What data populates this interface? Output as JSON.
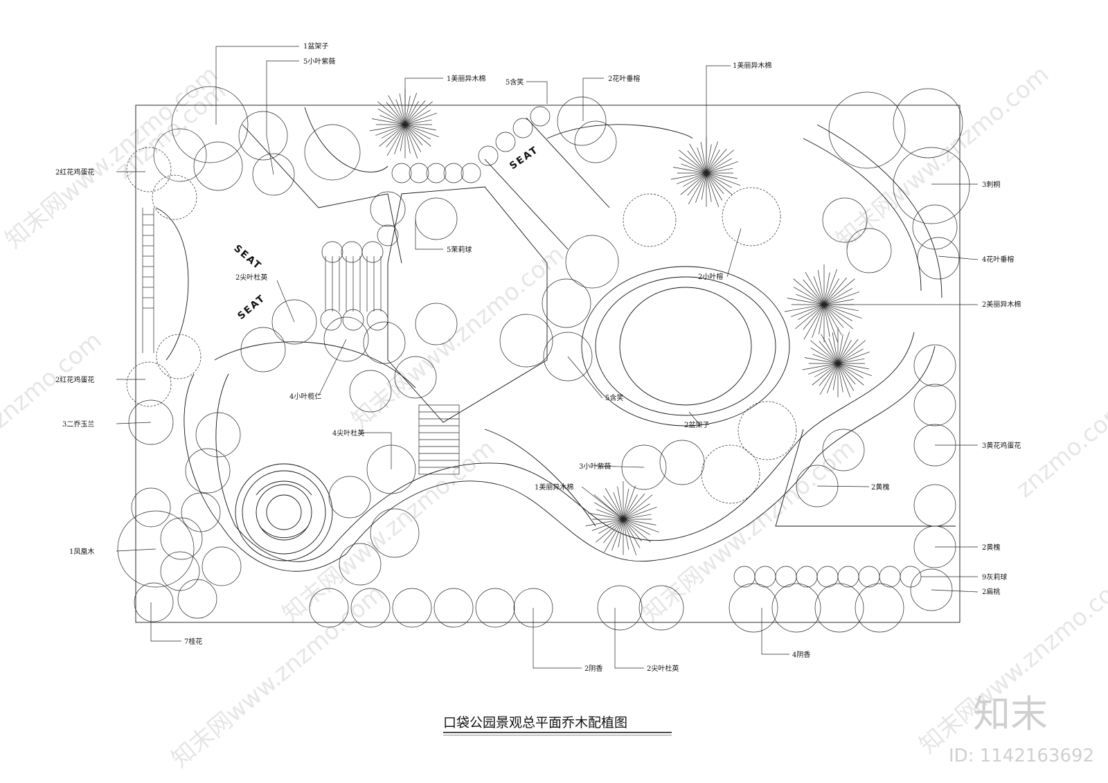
{
  "title": "口袋公园景观总平面乔木配植图",
  "seat_label": "SEAT",
  "watermark": {
    "site": "znzmo.com",
    "site_long": "知末网www.znzmo.com",
    "brand": "知末",
    "id": "ID: 1142163692"
  },
  "plant_labels": {
    "l01": "1盆架子",
    "l02": "5小叶紫薇",
    "l03": "1美丽异木棉",
    "l04": "5含笑",
    "l05": "2花叶垂榕",
    "l06": "1美丽异木棉",
    "l07": "2红花鸡蛋花",
    "l08": "3刺桐",
    "l09": "5茉莉球",
    "l10": "4花叶垂榕",
    "l11": "2尖叶杜英",
    "l12": "2小叶榕",
    "l13": "2美丽异木棉",
    "l14": "2红花鸡蛋花",
    "l15": "4小叶榄仁",
    "l16": "5含笑",
    "l17": "3二乔玉兰",
    "l18": "2盆架子",
    "l19": "4尖叶杜英",
    "l20": "3黄花鸡蛋花",
    "l21": "3小叶紫薇",
    "l22": "2黄槐",
    "l23": "1美丽异木棉",
    "l24": "1凤凰木",
    "l25": "2黄槐",
    "l26": "9灰莉球",
    "l27": "2扁桃",
    "l28": "7桂花",
    "l29": "4阴香",
    "l30": "2阴香",
    "l31": "2尖叶杜英"
  },
  "colors": {
    "line": "#111111",
    "watermark": "#cfcfcf"
  }
}
